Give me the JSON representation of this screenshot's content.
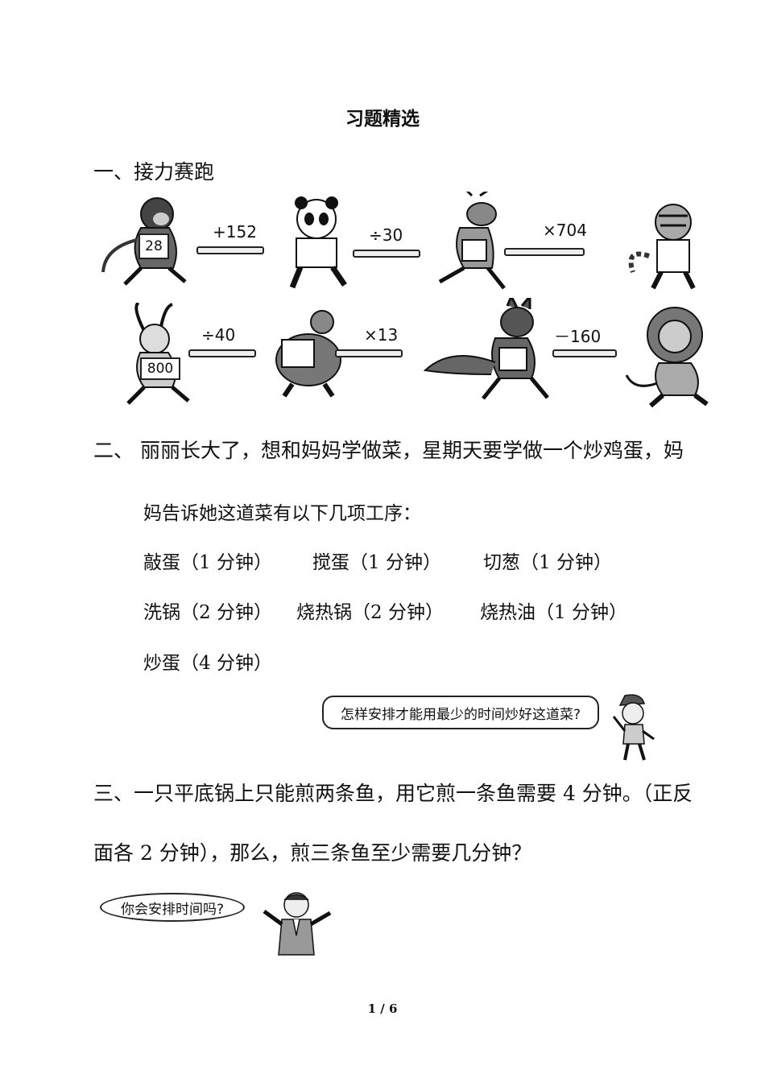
{
  "title": "习题精选",
  "section1": {
    "heading": "一、接力赛跑",
    "runners_row1": [
      {
        "icon": "monkey-runner-icon",
        "bib": "28",
        "operation": "+152"
      },
      {
        "icon": "panda-runner-icon",
        "bib": "",
        "operation": "÷30"
      },
      {
        "icon": "deer-runner-icon",
        "bib": "",
        "operation": "×704"
      },
      {
        "icon": "tiger-runner-icon",
        "bib": "",
        "operation": ""
      }
    ],
    "runners_row2": [
      {
        "icon": "rabbit-runner-icon",
        "bib": "800",
        "operation": "÷40"
      },
      {
        "icon": "turtle-runner-icon",
        "bib": "",
        "operation": "×13"
      },
      {
        "icon": "fox-runner-icon",
        "bib": "",
        "operation": "－160"
      },
      {
        "icon": "lion-runner-icon",
        "bib": "",
        "operation": ""
      }
    ]
  },
  "section2": {
    "line1": "二、 丽丽长大了，想和妈妈学做菜，星期天要学做一个炒鸡蛋，妈",
    "line2": "妈告诉她这道菜有以下几项工序：",
    "steps": [
      "敲蛋（1 分钟）",
      "搅蛋（1 分钟）",
      "切葱（1 分钟）",
      "洗锅（2 分钟）",
      "烧热锅（2 分钟）",
      "烧热油（1 分钟）",
      "炒蛋（4 分钟）"
    ],
    "bubble": "怎样安排才能用最少的时间炒好这道菜?"
  },
  "section3": {
    "line1": "三、一只平底锅上只能煎两条鱼，用它煎一条鱼需要 4 分钟。（正反",
    "line2": "面各 2 分钟），那么，煎三条鱼至少需要几分钟？",
    "bubble": "你会安排时间吗?"
  },
  "footer": "1 / 6"
}
